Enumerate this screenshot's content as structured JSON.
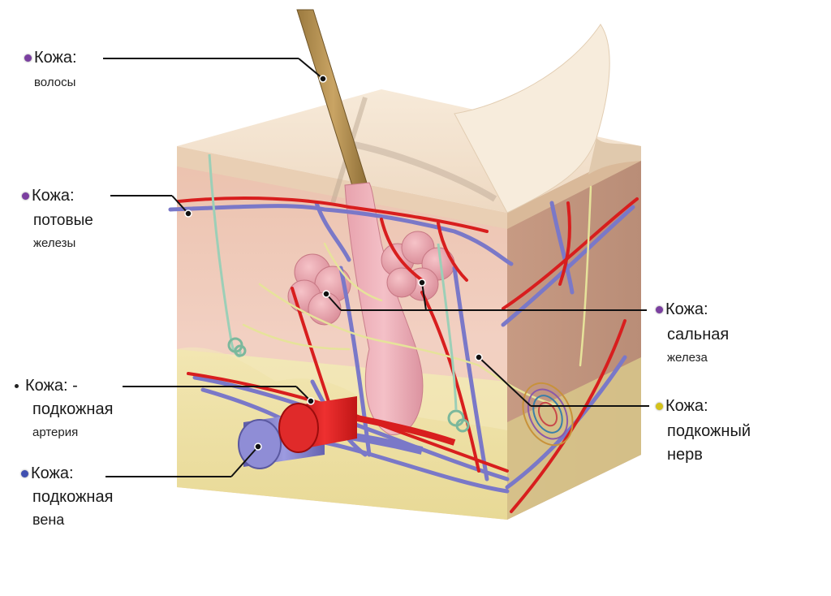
{
  "colors": {
    "hair_dot": "#7b3fa0",
    "sweat_dot": "#7b3fa0",
    "sebaceous_dot": "#7b3fa0",
    "artery_dot": "#222222",
    "vein_dot": "#3f4fb0",
    "nerve_dot": "#d4c21a",
    "artery": "#d81e1e",
    "vein": "#7a78c8",
    "nerve": "#e8e59a",
    "epidermis": "#f4e3cf",
    "dermis": "#f1c9bb",
    "hypodermis": "#f0e3a8"
  },
  "labels": {
    "hair": {
      "head": "Кожа:",
      "sub": "волосы",
      "icon": "purple-dot-icon"
    },
    "sweat": {
      "head": "Кожа:",
      "line2": "потовые",
      "sub": "железы",
      "icon": "purple-dot-icon"
    },
    "sebaceous": {
      "head": "Кожа:",
      "line2": "сальная",
      "sub": "железа",
      "icon": "purple-dot-icon"
    },
    "artery": {
      "head": "Кожа: -",
      "line2": "подкожная",
      "sub": "артерия",
      "icon": "black-dot-icon"
    },
    "vein": {
      "head": "Кожа:",
      "line2": "подкожная",
      "sub": "вена",
      "icon": "blue-dot-icon"
    },
    "nerve": {
      "head": "Кожа:",
      "line2": "подкожный",
      "sub": "нерв",
      "icon": "yellow-dot-icon"
    }
  }
}
